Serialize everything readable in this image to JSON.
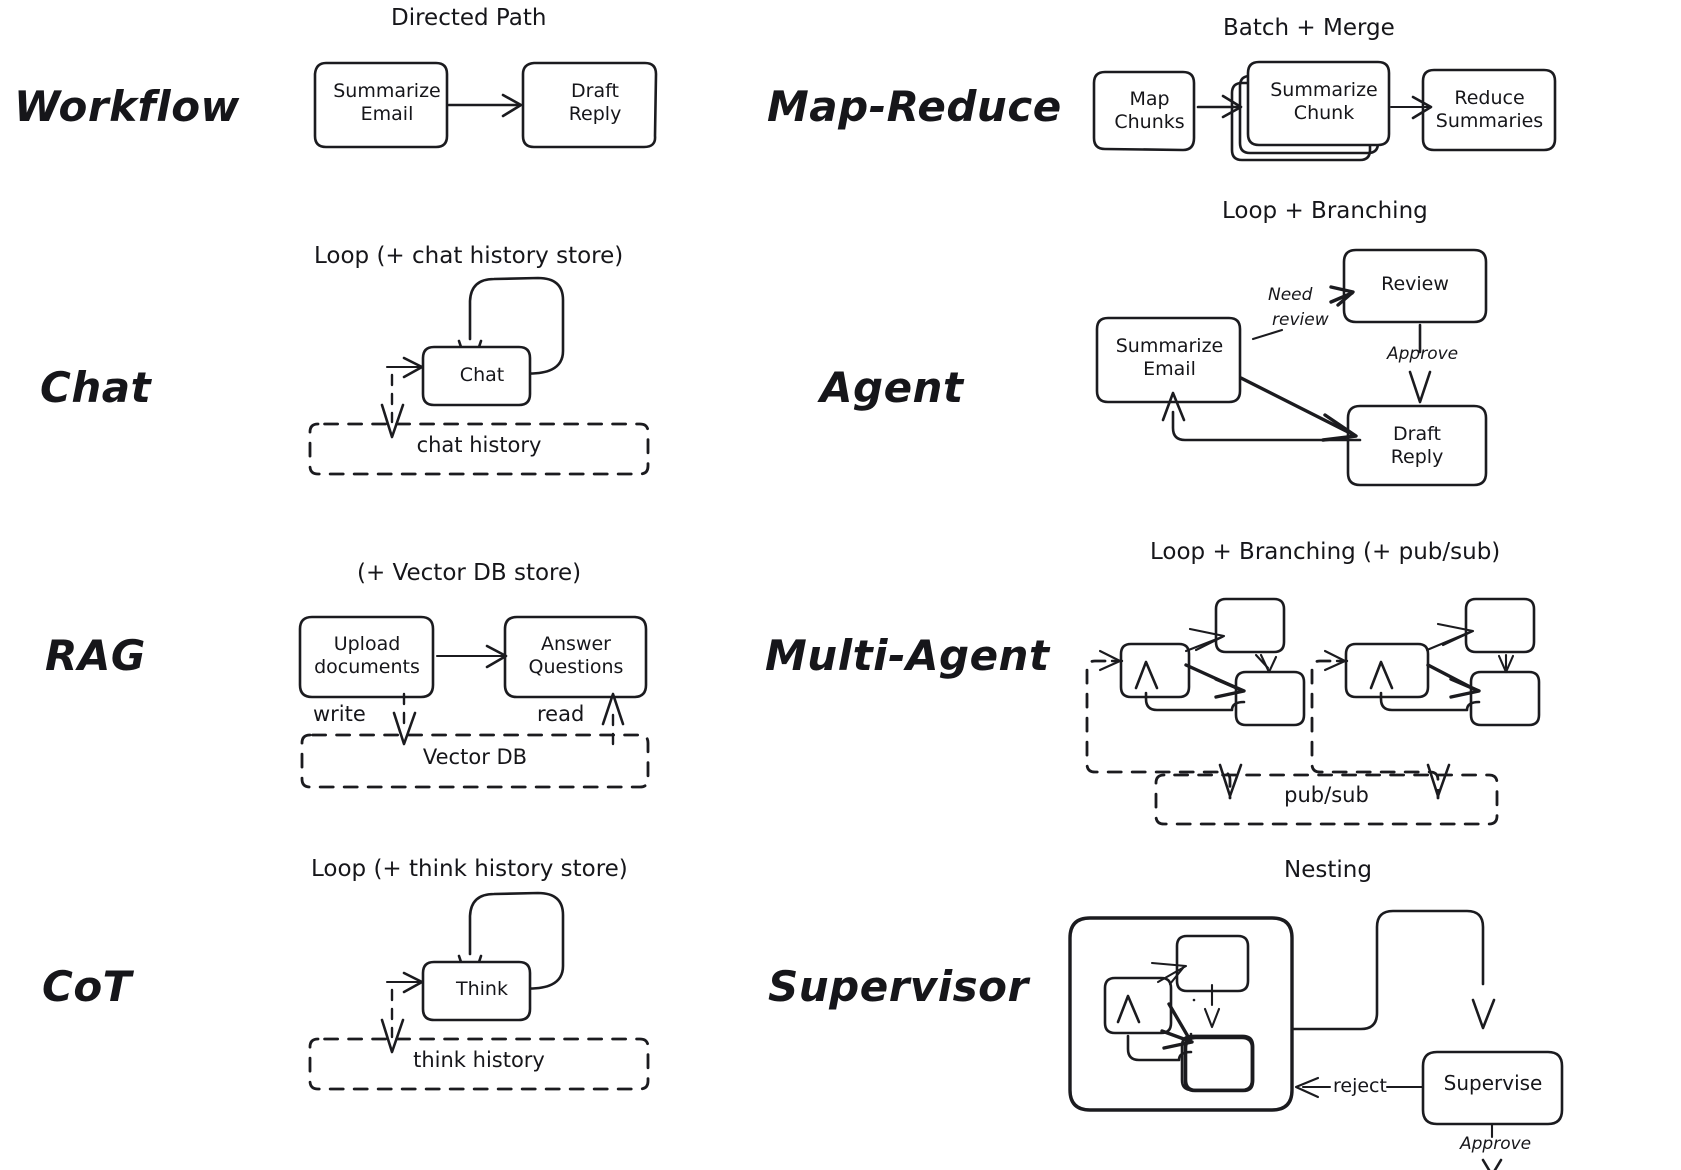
{
  "figure": {
    "title": "Agent architecture patterns",
    "style": "hand-drawn",
    "background": "#ffffff",
    "stroke_color": "#1b1b1f"
  },
  "rows": [
    {
      "left": {
        "label": "Workflow",
        "caption": "Directed Path",
        "nodes": [
          "Summarize\nEmail",
          "Draft\nReply"
        ],
        "stores": [],
        "edge_labels": []
      },
      "right": {
        "label": "Map-Reduce",
        "caption": "Batch + Merge",
        "nodes": [
          "Map\nChunks",
          "Summarize\nChunk",
          "Reduce\nSummaries"
        ],
        "stores": [],
        "edge_labels": []
      }
    },
    {
      "left": {
        "label": "Chat",
        "caption": "Loop (+ chat history store)",
        "nodes": [
          "Chat"
        ],
        "stores": [
          "chat history"
        ],
        "edge_labels": []
      },
      "right": {
        "label": "Agent",
        "caption": "Loop + Branching",
        "nodes": [
          "Summarize\nEmail",
          "Review",
          "Draft\nReply"
        ],
        "stores": [],
        "edge_labels": [
          "Need",
          "review",
          "Approve"
        ]
      }
    },
    {
      "left": {
        "label": "RAG",
        "caption": "(+ Vector DB store)",
        "nodes": [
          "Upload\ndocuments",
          "Answer\nQuestions"
        ],
        "stores": [
          "Vector DB"
        ],
        "edge_labels": [
          "write",
          "read"
        ]
      },
      "right": {
        "label": "Multi-Agent",
        "caption": "Loop + Branching (+ pub/sub)",
        "nodes": [],
        "stores": [
          "pub/sub"
        ],
        "edge_labels": []
      }
    },
    {
      "left": {
        "label": "CoT",
        "caption": "Loop (+ think history store)",
        "nodes": [
          "Think"
        ],
        "stores": [
          "think history"
        ],
        "edge_labels": []
      },
      "right": {
        "label": "Supervisor",
        "caption": "Nesting",
        "nodes": [
          "Supervise"
        ],
        "stores": [],
        "edge_labels": [
          "reject",
          "Approve"
        ]
      }
    }
  ],
  "labels": {
    "workflow": "Workflow",
    "map_reduce": "Map-Reduce",
    "chat": "Chat",
    "agent": "Agent",
    "rag": "RAG",
    "multi_agent": "Multi-Agent",
    "cot": "CoT",
    "supervisor": "Supervisor"
  },
  "captions": {
    "directed_path": "Directed Path",
    "batch_merge": "Batch + Merge",
    "loop_chat": "Loop (+ chat history store)",
    "loop_branching": "Loop + Branching",
    "vector_db_store": "(+ Vector DB store)",
    "loop_branching_pubsub": "Loop + Branching (+ pub/sub)",
    "loop_think": "Loop (+ think history store)",
    "nesting": "Nesting"
  },
  "nodes": {
    "summarize_email": "Summarize\nEmail",
    "draft_reply": "Draft\nReply",
    "map_chunks": "Map\nChunks",
    "summarize_chunk": "Summarize\nChunk",
    "reduce_summaries": "Reduce\nSummaries",
    "chat": "Chat",
    "review": "Review",
    "summarize_email_agent": "Summarize\nEmail",
    "draft_reply_agent": "Draft\nReply",
    "upload_documents": "Upload\ndocuments",
    "answer_questions": "Answer\nQuestions",
    "think": "Think",
    "supervise": "Supervise"
  },
  "stores": {
    "chat_history": "chat history",
    "vector_db": "Vector DB",
    "pub_sub": "pub/sub",
    "think_history": "think history"
  },
  "edge_labels": {
    "need": "Need",
    "review_lower": "review",
    "approve_agent": "Approve",
    "write": "write",
    "read": "read",
    "reject": "reject",
    "approve_supervisor": "Approve"
  }
}
